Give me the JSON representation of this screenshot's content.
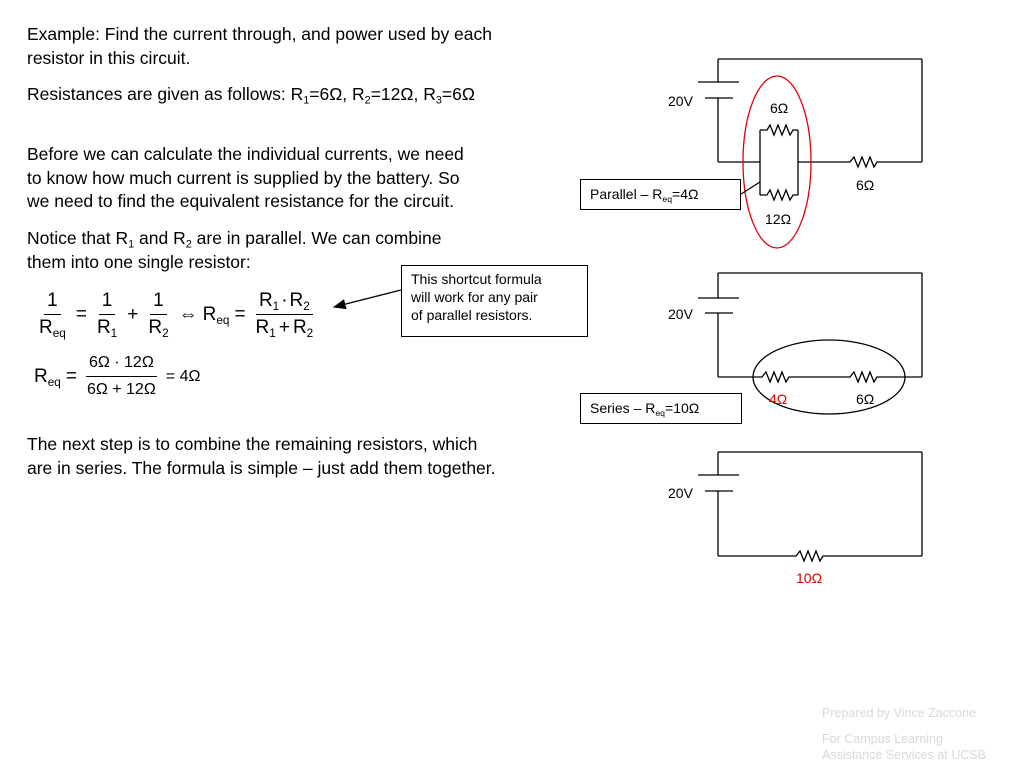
{
  "text": {
    "example_line1": "Example:  Find the current through, and power used by each",
    "example_line2": "resistor in this circuit.",
    "resistances_intro": "Resistances are given as follows:  R",
    "r1_sub": "1",
    "r1_val": "=6Ω, R",
    "r2_sub": "2",
    "r2_val": "=12Ω, R",
    "r3_sub": "3",
    "r3_val": "=6Ω",
    "before_line1": "Before we can calculate the individual currents, we need",
    "before_line2": "to know how much current is supplied by the battery.  So",
    "before_line3": "we need to find the equivalent resistance for the circuit.",
    "notice_a": "Notice that R",
    "notice_sub1": "1",
    "notice_b": " and R",
    "notice_sub2": "2",
    "notice_c": " are in parallel.  We can combine",
    "notice_line2": "them into one single resistor:",
    "next_line1": "The next step is to combine the remaining resistors, which",
    "next_line2": "are in series.  The formula is simple – just add them together."
  },
  "formula1": {
    "one": "1",
    "R": "R",
    "eq": "eq",
    "sub1": "1",
    "sub2": "2",
    "equals": "=",
    "plus": "+",
    "iff": "⇔",
    "dot": "·"
  },
  "formula2": {
    "numerator": "6Ω · 12Ω",
    "denominator": "6Ω + 12Ω",
    "result": "= 4Ω"
  },
  "callout": {
    "line1": "This shortcut formula",
    "line2": "will work for any pair",
    "line3": "of parallel resistors."
  },
  "circuit1": {
    "voltage": "20V",
    "r_top": "6Ω",
    "r_bottom": "12Ω",
    "r_series": "6Ω",
    "box_prefix": "Parallel – R",
    "box_sub": "eq",
    "box_suffix": "=4Ω"
  },
  "circuit2": {
    "voltage": "20V",
    "r_left": "4Ω",
    "r_right": "6Ω",
    "box_prefix": "Series – R",
    "box_sub": "eq",
    "box_suffix": "=10Ω"
  },
  "circuit3": {
    "voltage": "20V",
    "r": "10Ω"
  },
  "credits": {
    "line1": "Prepared by Vince Zaccone",
    "line2": "For Campus Learning",
    "line3": "Assistance Services at UCSB"
  },
  "colors": {
    "highlight_red": "#e00000",
    "credit_gray": "#d8d8d8"
  }
}
